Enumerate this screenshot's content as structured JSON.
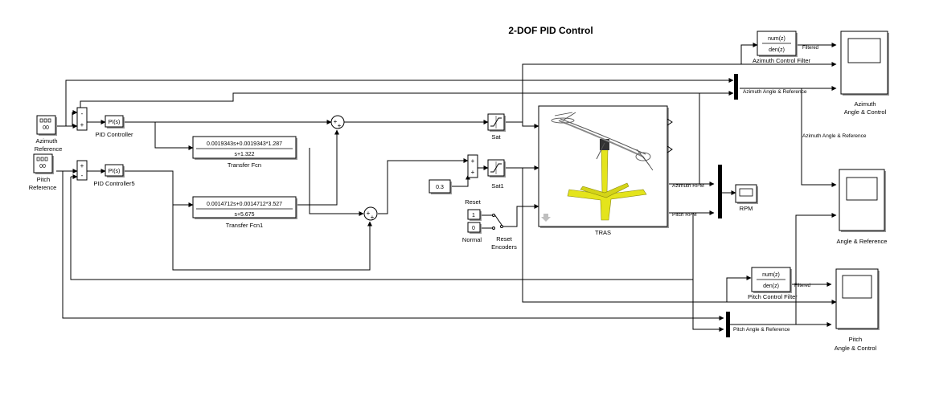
{
  "title": "2-DOF PID Control",
  "sources": {
    "azimuth": {
      "label1": "Azimuth",
      "label2": "Reference",
      "digits": "00"
    },
    "pitch": {
      "label1": "Pitch",
      "label2": "Reference",
      "digits": "00"
    }
  },
  "pid": {
    "azimuth": {
      "text": "PI(s)",
      "label": "PID Controller"
    },
    "pitch": {
      "text": "PI(s)",
      "label": "PID Controller5"
    }
  },
  "transfer": {
    "fcn": {
      "num": "0.0019343s+0.0019343*1.287",
      "den": "s+1.322",
      "label": "Transfer Fcn"
    },
    "fcn1": {
      "num": "0.0014712s+0.0014712*3.527",
      "den": "s+5.675",
      "label": "Transfer Fcn1"
    }
  },
  "constant": {
    "value": "0.3"
  },
  "saturation": {
    "sat": "Sat",
    "sat1": "Sat1"
  },
  "reset": {
    "title": "Reset",
    "v1": "1",
    "v0": "0",
    "normal": "Normal",
    "switch1": "Reset",
    "switch2": "Encoders"
  },
  "tras": {
    "label": "TRAS",
    "out_azimuth": "Azimuth RPM",
    "out_pitch": "Pitch RPM"
  },
  "rpm": {
    "label": "RPM"
  },
  "filters": {
    "azimuth": {
      "num": "num(z)",
      "den": "den(z)",
      "label": "Azimuth Control Filter",
      "out": "Filtered"
    },
    "pitch": {
      "num": "num(z)",
      "den": "den(z)",
      "label": "Pitch Control Filter",
      "out": "Filtered"
    }
  },
  "signals": {
    "az_angle_ref": "Azimuth Angle & Reference",
    "az_angle_ref2": "Azimuth Angle & Reference",
    "pitch_angle_ref": "Pitch Angle & Reference"
  },
  "scopes": {
    "azimuth": {
      "line1": "Azimuth",
      "line2": "Angle & Control"
    },
    "angle_ref": {
      "line1": "Angle & Reference"
    },
    "pitch": {
      "line1": "Pitch",
      "line2": "Angle & Control"
    }
  },
  "colors": {
    "helicopter_base": "#e4e41c",
    "shadow": "#9a9a9a"
  }
}
